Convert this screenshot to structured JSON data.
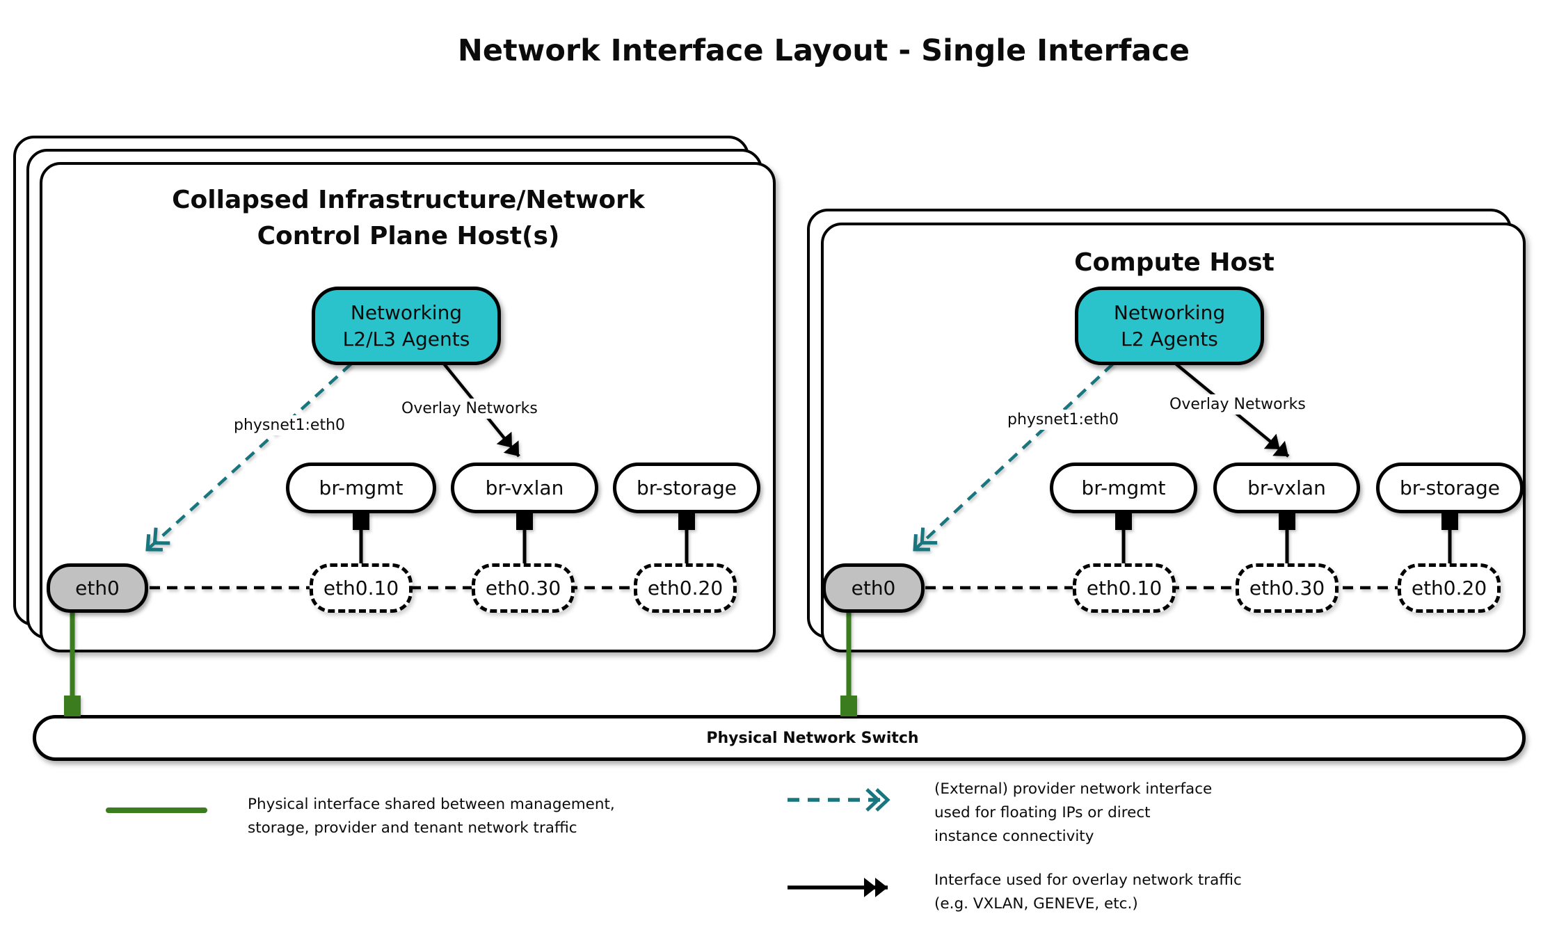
{
  "title": "Network Interface Layout - Single Interface",
  "hosts": [
    {
      "name": "control-plane-host",
      "title": "Collapsed Infrastructure/Network\nControl Plane Host(s)",
      "agent": "Networking\nL2/L3 Agents",
      "provider_arrow_label": "physnet1:eth0",
      "overlay_arrow_label": "Overlay Networks",
      "bridges": [
        "br-mgmt",
        "br-vxlan",
        "br-storage"
      ],
      "physical_interface": "eth0",
      "vlan_interfaces": [
        "eth0.10",
        "eth0.30",
        "eth0.20"
      ]
    },
    {
      "name": "compute-host",
      "title": "Compute Host",
      "agent": "Networking\nL2 Agents",
      "provider_arrow_label": "physnet1:eth0",
      "overlay_arrow_label": "Overlay Networks",
      "bridges": [
        "br-mgmt",
        "br-vxlan",
        "br-storage"
      ],
      "physical_interface": "eth0",
      "vlan_interfaces": [
        "eth0.10",
        "eth0.30",
        "eth0.20"
      ]
    }
  ],
  "switch_bar": {
    "label": "Physical Network Switch"
  },
  "legend": [
    {
      "swatch": "physical-link-line",
      "text": "Physical interface shared between management,\nstorage, provider and tenant network traffic"
    },
    {
      "swatch": "provider-network-arrow",
      "text": "(External) provider network interface\nused for floating IPs or direct\ninstance connectivity"
    },
    {
      "swatch": "overlay-network-arrow",
      "text": "Interface used for overlay network traffic\n(e.g. VXLAN, GENEVE, etc.)"
    }
  ],
  "colors": {
    "agent_fill": "#2BC3CB",
    "provider_arrow": "#19767E",
    "physical_link": "#3A7C1E",
    "eth_fill": "#C1C1C1",
    "outline": "#000000"
  }
}
